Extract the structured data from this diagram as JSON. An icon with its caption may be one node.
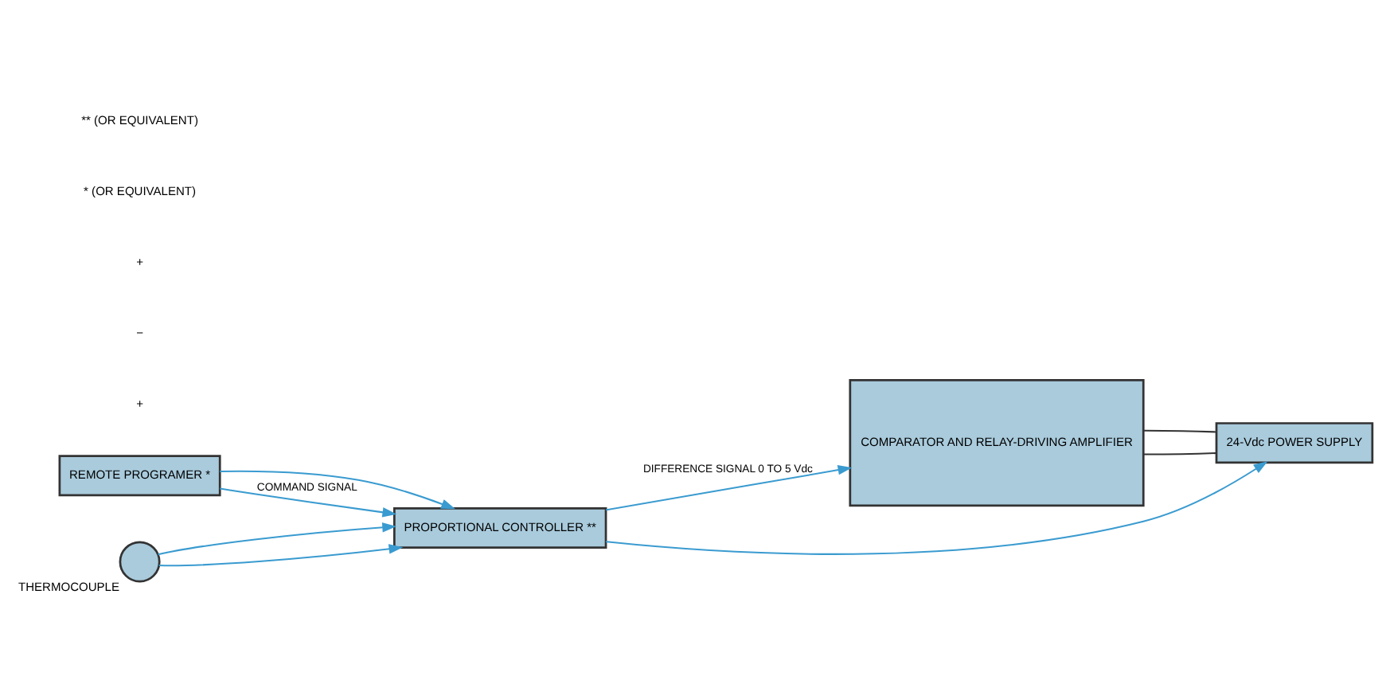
{
  "diagram": {
    "nodes": [
      {
        "text": [
          "REMOTE PROGRAMER *"
        ]
      },
      {
        "text": [
          "THERMOCOUPLE"
        ]
      },
      {
        "text": [
          "PROPORTIONAL CONTROLLER **"
        ]
      },
      {
        "text": [
          "COMPARATOR AND RELAY-DRIVING AMPLIFIER"
        ]
      },
      {
        "text": [
          "24-Vdc POWER SUPPLY"
        ]
      }
    ],
    "edges": [
      {
        "from": 0,
        "to": 2,
        "arrow": "to"
      },
      {
        "from": 0,
        "to": 2,
        "arrow": "to",
        "label": "COMMAND SIGNAL"
      },
      {
        "from": 1,
        "to": 2,
        "arrow": "to"
      },
      {
        "from": 1,
        "to": 2,
        "arrow": "to"
      },
      {
        "from": 2,
        "to": 4,
        "arrow": "to"
      },
      {
        "from": 2,
        "to": 3,
        "arrow": "to",
        "label": "DIFFERENCE SIGNAL 0 TO 5 Vdc"
      },
      {
        "from": 3,
        "to": 4,
        "arrow": "none",
        "color": "#333333"
      },
      {
        "from": 3,
        "to": 4,
        "arrow": "none",
        "color": "#333333"
      }
    ],
    "labels": [
      "+",
      "−",
      "+",
      "* (OR EQUIVALENT)",
      "** (OR EQUIVALENT)"
    ]
  }
}
